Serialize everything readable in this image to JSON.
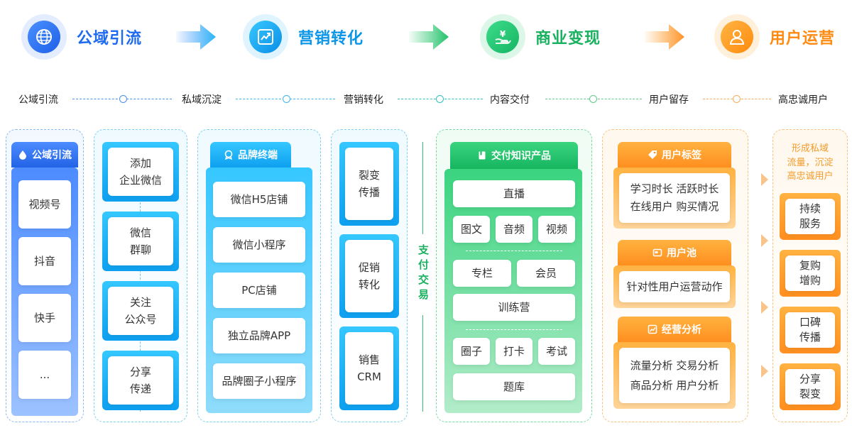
{
  "stages": [
    {
      "title": "公域引流",
      "icon": "globe-icon"
    },
    {
      "title": "营销转化",
      "icon": "chart-icon"
    },
    {
      "title": "商业变现",
      "icon": "money-hand-icon"
    },
    {
      "title": "用户运营",
      "icon": "user-icon"
    }
  ],
  "flow": [
    "公域引流",
    "私域沉淀",
    "营销转化",
    "内容交付",
    "用户留存",
    "高忠诚用户"
  ],
  "col1": {
    "header": "公域引流",
    "items": [
      "视频号",
      "抖音",
      "快手",
      "..."
    ]
  },
  "col2": {
    "items": [
      "添加\n企业微信",
      "微信\n群聊",
      "关注\n公众号",
      "分享\n传递"
    ]
  },
  "col3": {
    "header": "品牌终端",
    "items": [
      "微信H5店铺",
      "微信小程序",
      "PC店铺",
      "独立品牌APP",
      "品牌圈子小程序"
    ]
  },
  "col4": {
    "items": [
      "裂变\n传播",
      "促销\n转化",
      "销售\nCRM"
    ]
  },
  "pay": "支付交易",
  "col5": {
    "header": "交付知识产品",
    "row1": "直播",
    "row2": [
      "图文",
      "音频",
      "视频"
    ],
    "row3": [
      "专栏",
      "会员"
    ],
    "row4": "训练营",
    "row5": [
      "圈子",
      "打卡",
      "考试"
    ],
    "row6": "题库"
  },
  "col6": {
    "tag_header": "用户标签",
    "tag_lines": [
      "学习时长  活跃时长",
      "在线用户  购买情况"
    ],
    "pool_header": "用户池",
    "pool_text": "针对性用户运营动作",
    "analysis_header": "经营分析",
    "analysis_lines": [
      "流量分析  交易分析",
      "商品分析  用户分析"
    ]
  },
  "col7": {
    "note": "形成私域\n流量，沉淀\n高忠诚用户",
    "items": [
      "持续\n服务",
      "复购\n增购",
      "口碑\n传播",
      "分享\n裂变"
    ]
  },
  "colors": {
    "blue": "#1f6bf0",
    "cyan": "#0b96e8",
    "green": "#19b15f",
    "orange": "#ff8a12"
  }
}
